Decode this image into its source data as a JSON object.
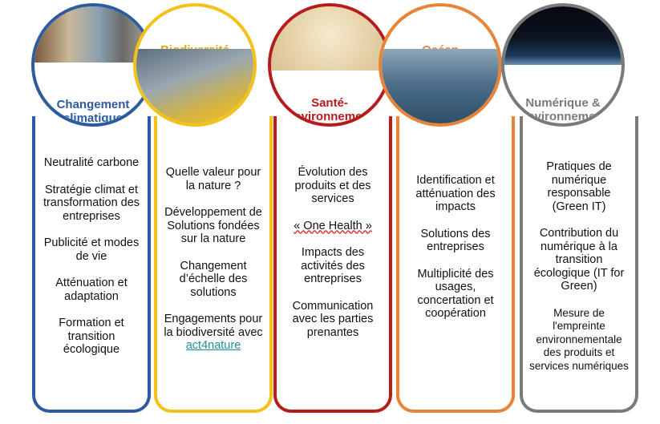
{
  "columns": [
    {
      "title": "Changement climatique",
      "color": "#2e5aa0",
      "items": [
        "Neutralité carbone",
        "Stratégie climat et transformation des entreprises",
        "Publicité et modes de vie",
        "Atténuation et adaptation",
        "Formation et transition écologique"
      ]
    },
    {
      "title": "Biodiversité",
      "color": "#f2c21a",
      "items": [
        "Quelle valeur pour la nature ?",
        "Développement de Solutions fondées sur la nature",
        "Changement d’échelle des solutions",
        "Engagements pour la biodiversité avec"
      ],
      "link": "act4nature"
    },
    {
      "title": "Santé-Environnement",
      "color": "#b71c1c",
      "items": [
        "Évolution des produits et des services",
        "« One Health »",
        "Impacts des activités des entreprises",
        "Communication avec les parties prenantes"
      ]
    },
    {
      "title": "Océan",
      "color": "#e8843a",
      "items": [
        "Identification et atténuation des impacts",
        "Solutions des entreprises",
        "Multiplicité des usages, concertation et coopération"
      ]
    },
    {
      "title": "Numérique & Environnement",
      "color": "#7a7a7a",
      "items": [
        "Pratiques de numérique responsable (Green IT)",
        "Contribution du numérique à la transition écologique (IT for Green)",
        "Mesure de l'empreinte environnementale des produits et services numériques"
      ]
    }
  ]
}
